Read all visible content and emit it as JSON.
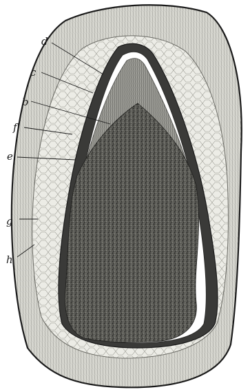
{
  "figure": {
    "labels": [
      {
        "id": "d",
        "text": "d"
      },
      {
        "id": "c",
        "text": "c"
      },
      {
        "id": "b",
        "text": "b"
      },
      {
        "id": "f",
        "text": "f'"
      },
      {
        "id": "e",
        "text": "e"
      },
      {
        "id": "g",
        "text": "g"
      },
      {
        "id": "h",
        "text": "h"
      }
    ]
  },
  "colors": {
    "ink": "#1a1a1a",
    "outer_tissue": "#dcdcd6",
    "cell_layer": "#e8e8e2",
    "dark_band": "#3a3a3a",
    "cavity": "#ffffff",
    "cone": "#8a8a84",
    "core": "#4a4a46"
  }
}
